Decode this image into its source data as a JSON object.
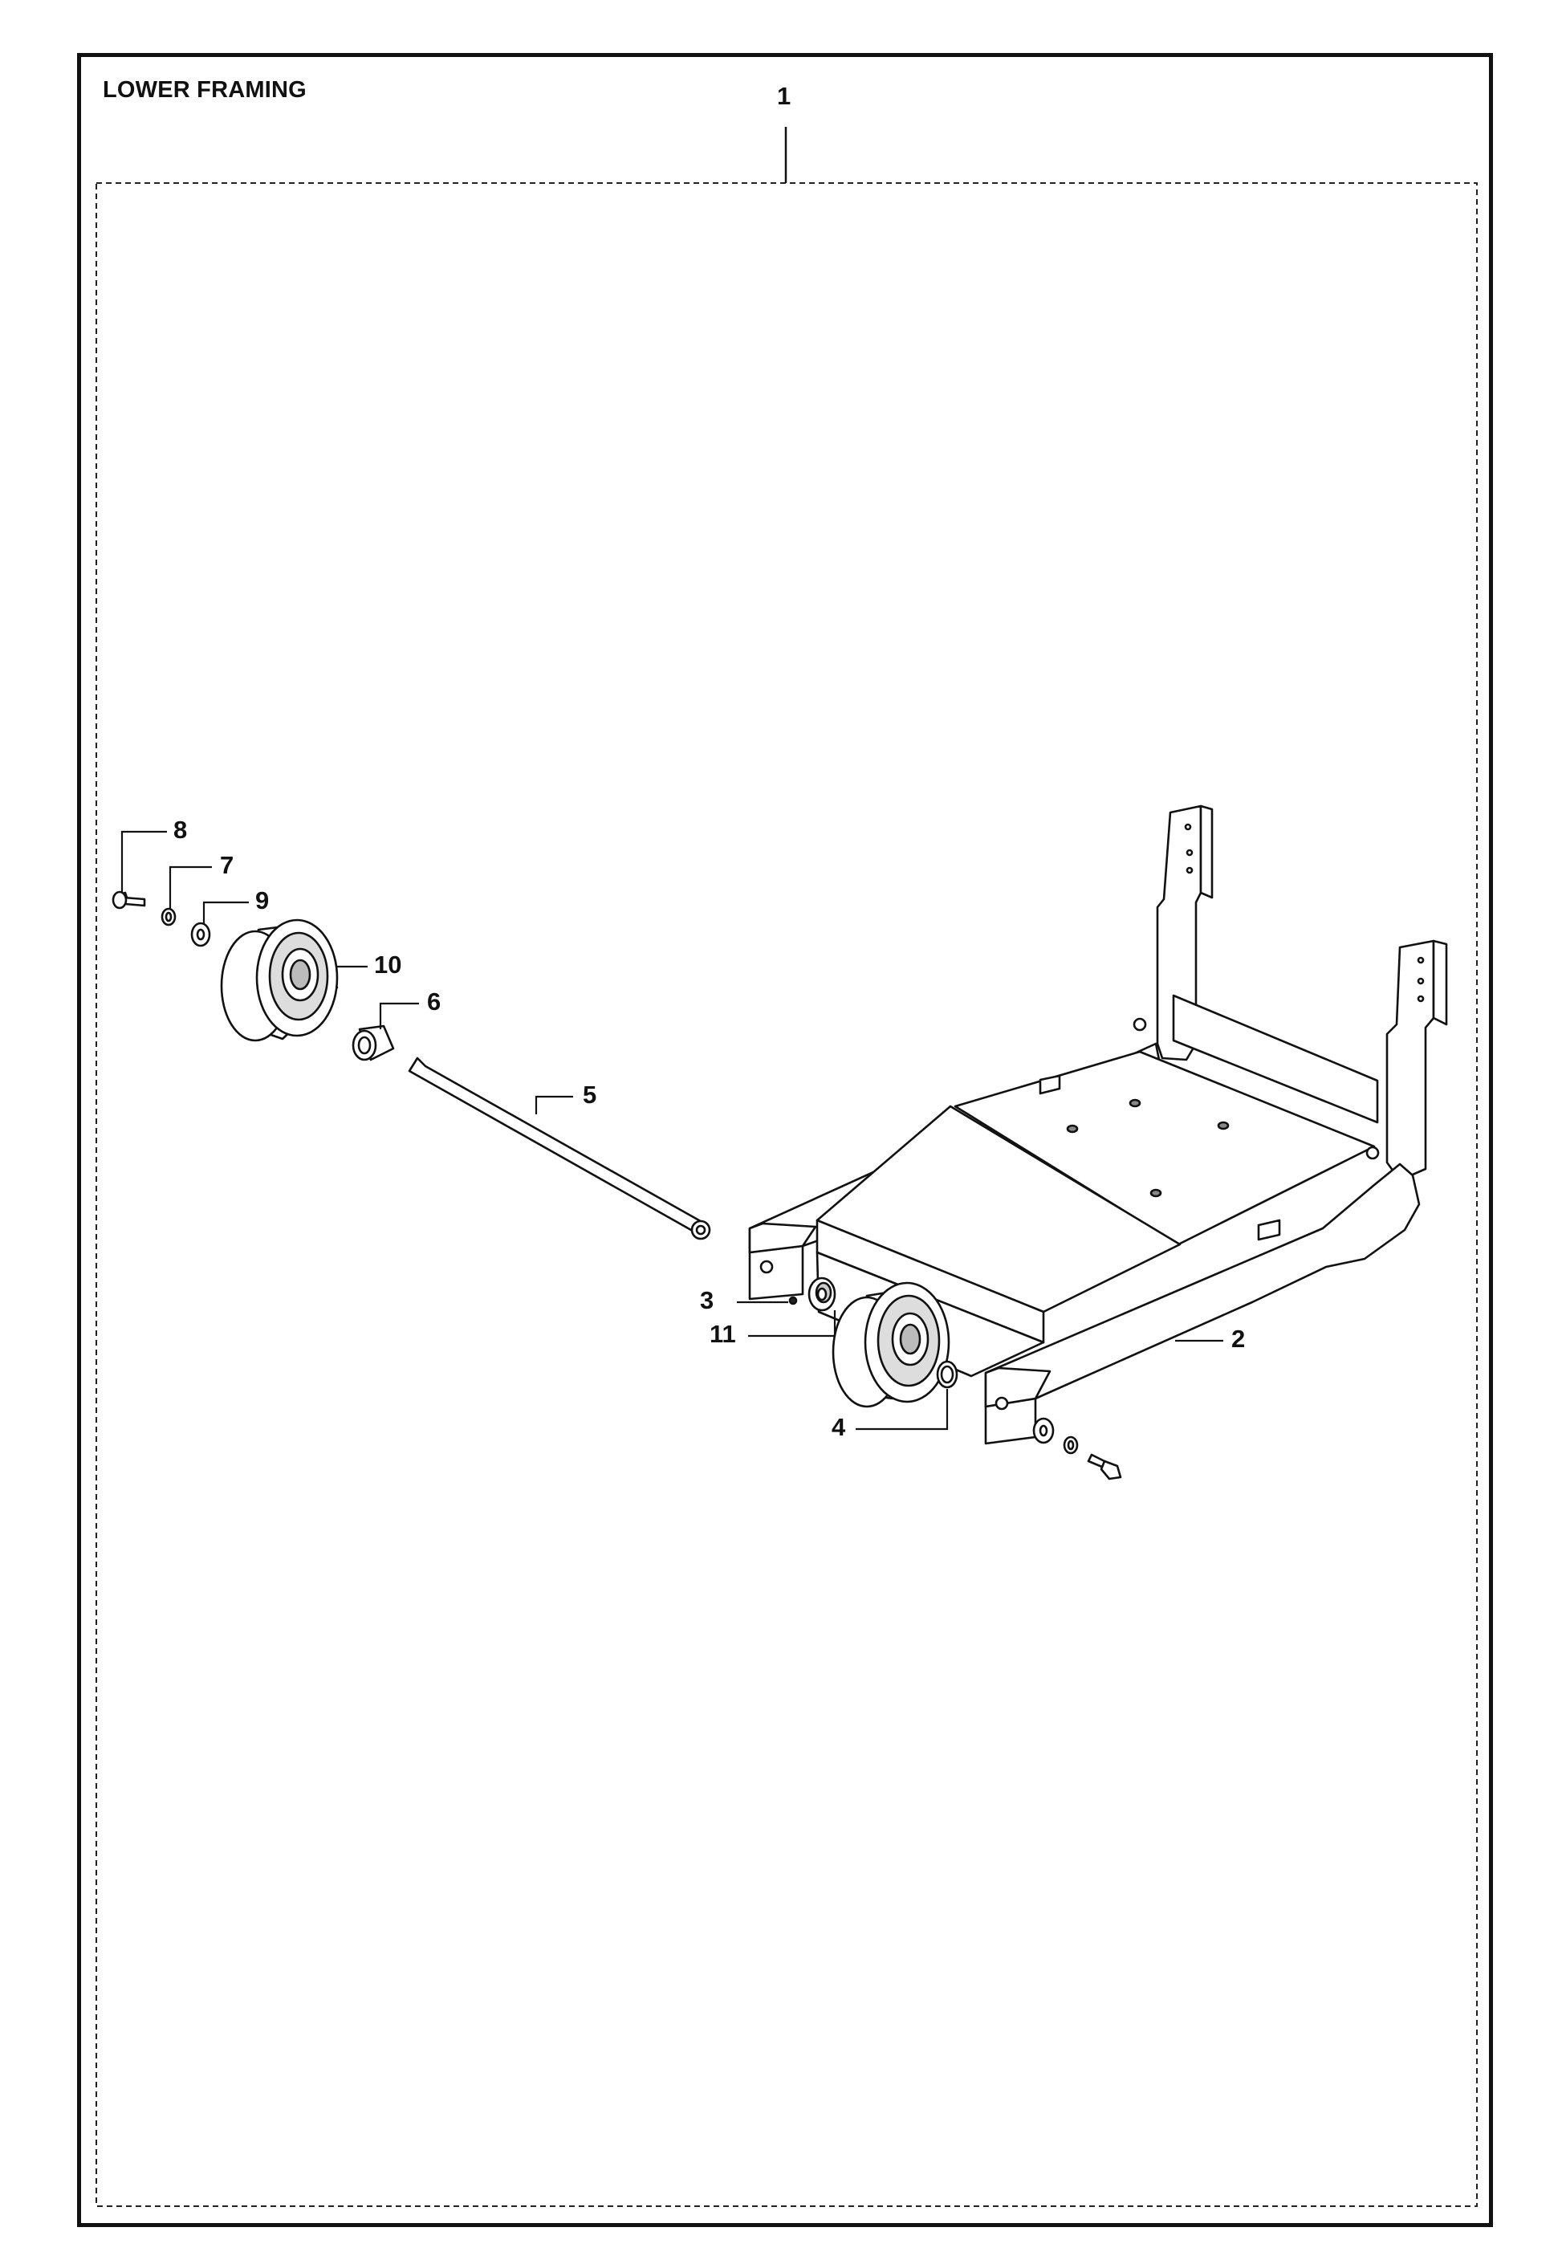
{
  "title": "LOWER FRAMING",
  "callouts": {
    "c1": "1",
    "c2": "2",
    "c3": "3",
    "c4": "4",
    "c5": "5",
    "c6": "6",
    "c7": "7",
    "c8": "8",
    "c9": "9",
    "c10": "10",
    "c11": "11"
  }
}
